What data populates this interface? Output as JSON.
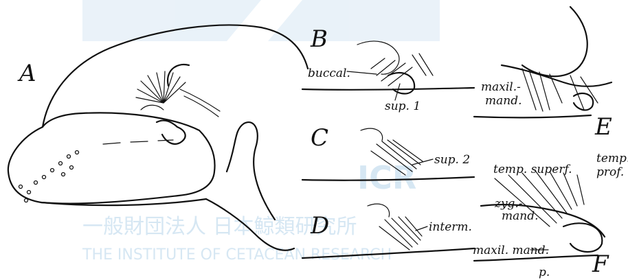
{
  "panels": {
    "A": {
      "letter": "A"
    },
    "B": {
      "letter": "B",
      "labels": [
        "buccal.",
        "sup. 1"
      ]
    },
    "C": {
      "letter": "C",
      "labels": [
        "sup. 2"
      ]
    },
    "D": {
      "letter": "D",
      "labels": [
        "interm."
      ]
    },
    "E": {
      "letter": "E",
      "labels": [
        "maxil.-",
        "mand."
      ]
    },
    "F": {
      "letter": "F",
      "labels": [
        "temp. superf.",
        "temp.",
        "prof.",
        "zyg.-",
        "mand.",
        "maxil. mand.",
        "p."
      ]
    }
  },
  "watermark": {
    "line1": "一般財団法人 日本鯨類研究所",
    "line2": "THE INSTITUTE OF CETACEAN RESEARCH",
    "logo_text": "ICR",
    "color": "#cfe3f2"
  }
}
